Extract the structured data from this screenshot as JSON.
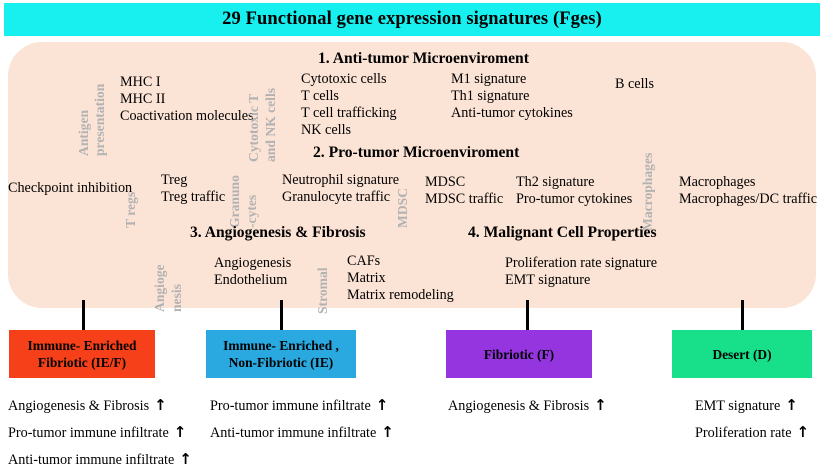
{
  "title": {
    "text": "29 Functional gene expression signatures (Fges)",
    "banner_color": "#18f0f0"
  },
  "panel": {
    "background_color": "#fbe3d5"
  },
  "sections": {
    "s1": {
      "heading": "1. Anti-tumor Microenviroment"
    },
    "s2": {
      "heading": "2. Pro-tumor Microenviroment"
    },
    "s3": {
      "heading": "3. Angiogenesis & Fibrosis"
    },
    "s4": {
      "heading": "4. Malignant Cell Properties"
    }
  },
  "vertical_labels": {
    "antigen_1": "Antigen",
    "antigen_2": "presentation",
    "cytotox_1": "Cytotoxic T",
    "cytotox_2": "and NK cells",
    "tregs": "T regs",
    "granulo_1": "Granuno",
    "granulo_2": "-cytes",
    "mdsc": "MDSC",
    "macrophages": "Macrophages",
    "angio_1": "Angioge",
    "angio_2": "nesis",
    "stromal": "Stromal"
  },
  "groups": {
    "antigen_presentation": [
      "MHC I",
      "MHC II",
      "Coactivation molecules"
    ],
    "cytotoxic_nk": [
      "Cytotoxic cells",
      "T cells",
      "T cell trafficking",
      "NK cells"
    ],
    "m1_th1": [
      "M1 signature",
      "Th1 signature",
      "Anti-tumor cytokines"
    ],
    "b_cells": [
      "B cells"
    ],
    "checkpoint": [
      "Checkpoint inhibition"
    ],
    "tregs": [
      "Treg",
      "Treg traffic"
    ],
    "granulocytes": [
      "Neutrophil signature",
      "Granulocyte traffic"
    ],
    "mdsc": [
      "MDSC",
      "MDSC traffic"
    ],
    "th2": [
      "Th2 signature",
      "Pro-tumor cytokines"
    ],
    "macrophages": [
      "Macrophages",
      "Macrophages/DC traffic"
    ],
    "angiogenesis": [
      "Angiogenesis",
      "Endothelium"
    ],
    "stromal": [
      "CAFs",
      "Matrix",
      "Matrix remodeling"
    ],
    "malignant": [
      "Proliferation rate signature",
      "EMT signature"
    ]
  },
  "classes": [
    {
      "id": "ief",
      "label_lines": [
        "Immune- Enriched",
        "Fibriotic  (IE/F)"
      ],
      "color": "#f6401a",
      "annotations": [
        {
          "text": "Angiogenesis & Fibrosis",
          "arrow": "↑"
        },
        {
          "text": "Pro-tumor immune infiltrate",
          "arrow": "↑"
        },
        {
          "text": "Anti-tumor immune infiltrate",
          "arrow": "↑"
        }
      ]
    },
    {
      "id": "ie",
      "label_lines": [
        "Immune- Enriched ,",
        "Non-Fibriotic  (IE)"
      ],
      "color": "#29a9e0",
      "annotations": [
        {
          "text": "Pro-tumor immune infiltrate",
          "arrow": "↑"
        },
        {
          "text": "Anti-tumor immune infiltrate",
          "arrow": "↑"
        }
      ]
    },
    {
      "id": "f",
      "label_lines": [
        "Fibriotic  (F)"
      ],
      "color": "#9435e0",
      "annotations": [
        {
          "text": "Angiogenesis & Fibrosis",
          "arrow": "↑"
        }
      ]
    },
    {
      "id": "d",
      "label_lines": [
        "Desert  (D)"
      ],
      "color": "#18e08a",
      "annotations": [
        {
          "text": "EMT signature",
          "arrow": "↑"
        },
        {
          "text": "Proliferation rate",
          "arrow": "↑"
        }
      ]
    }
  ]
}
